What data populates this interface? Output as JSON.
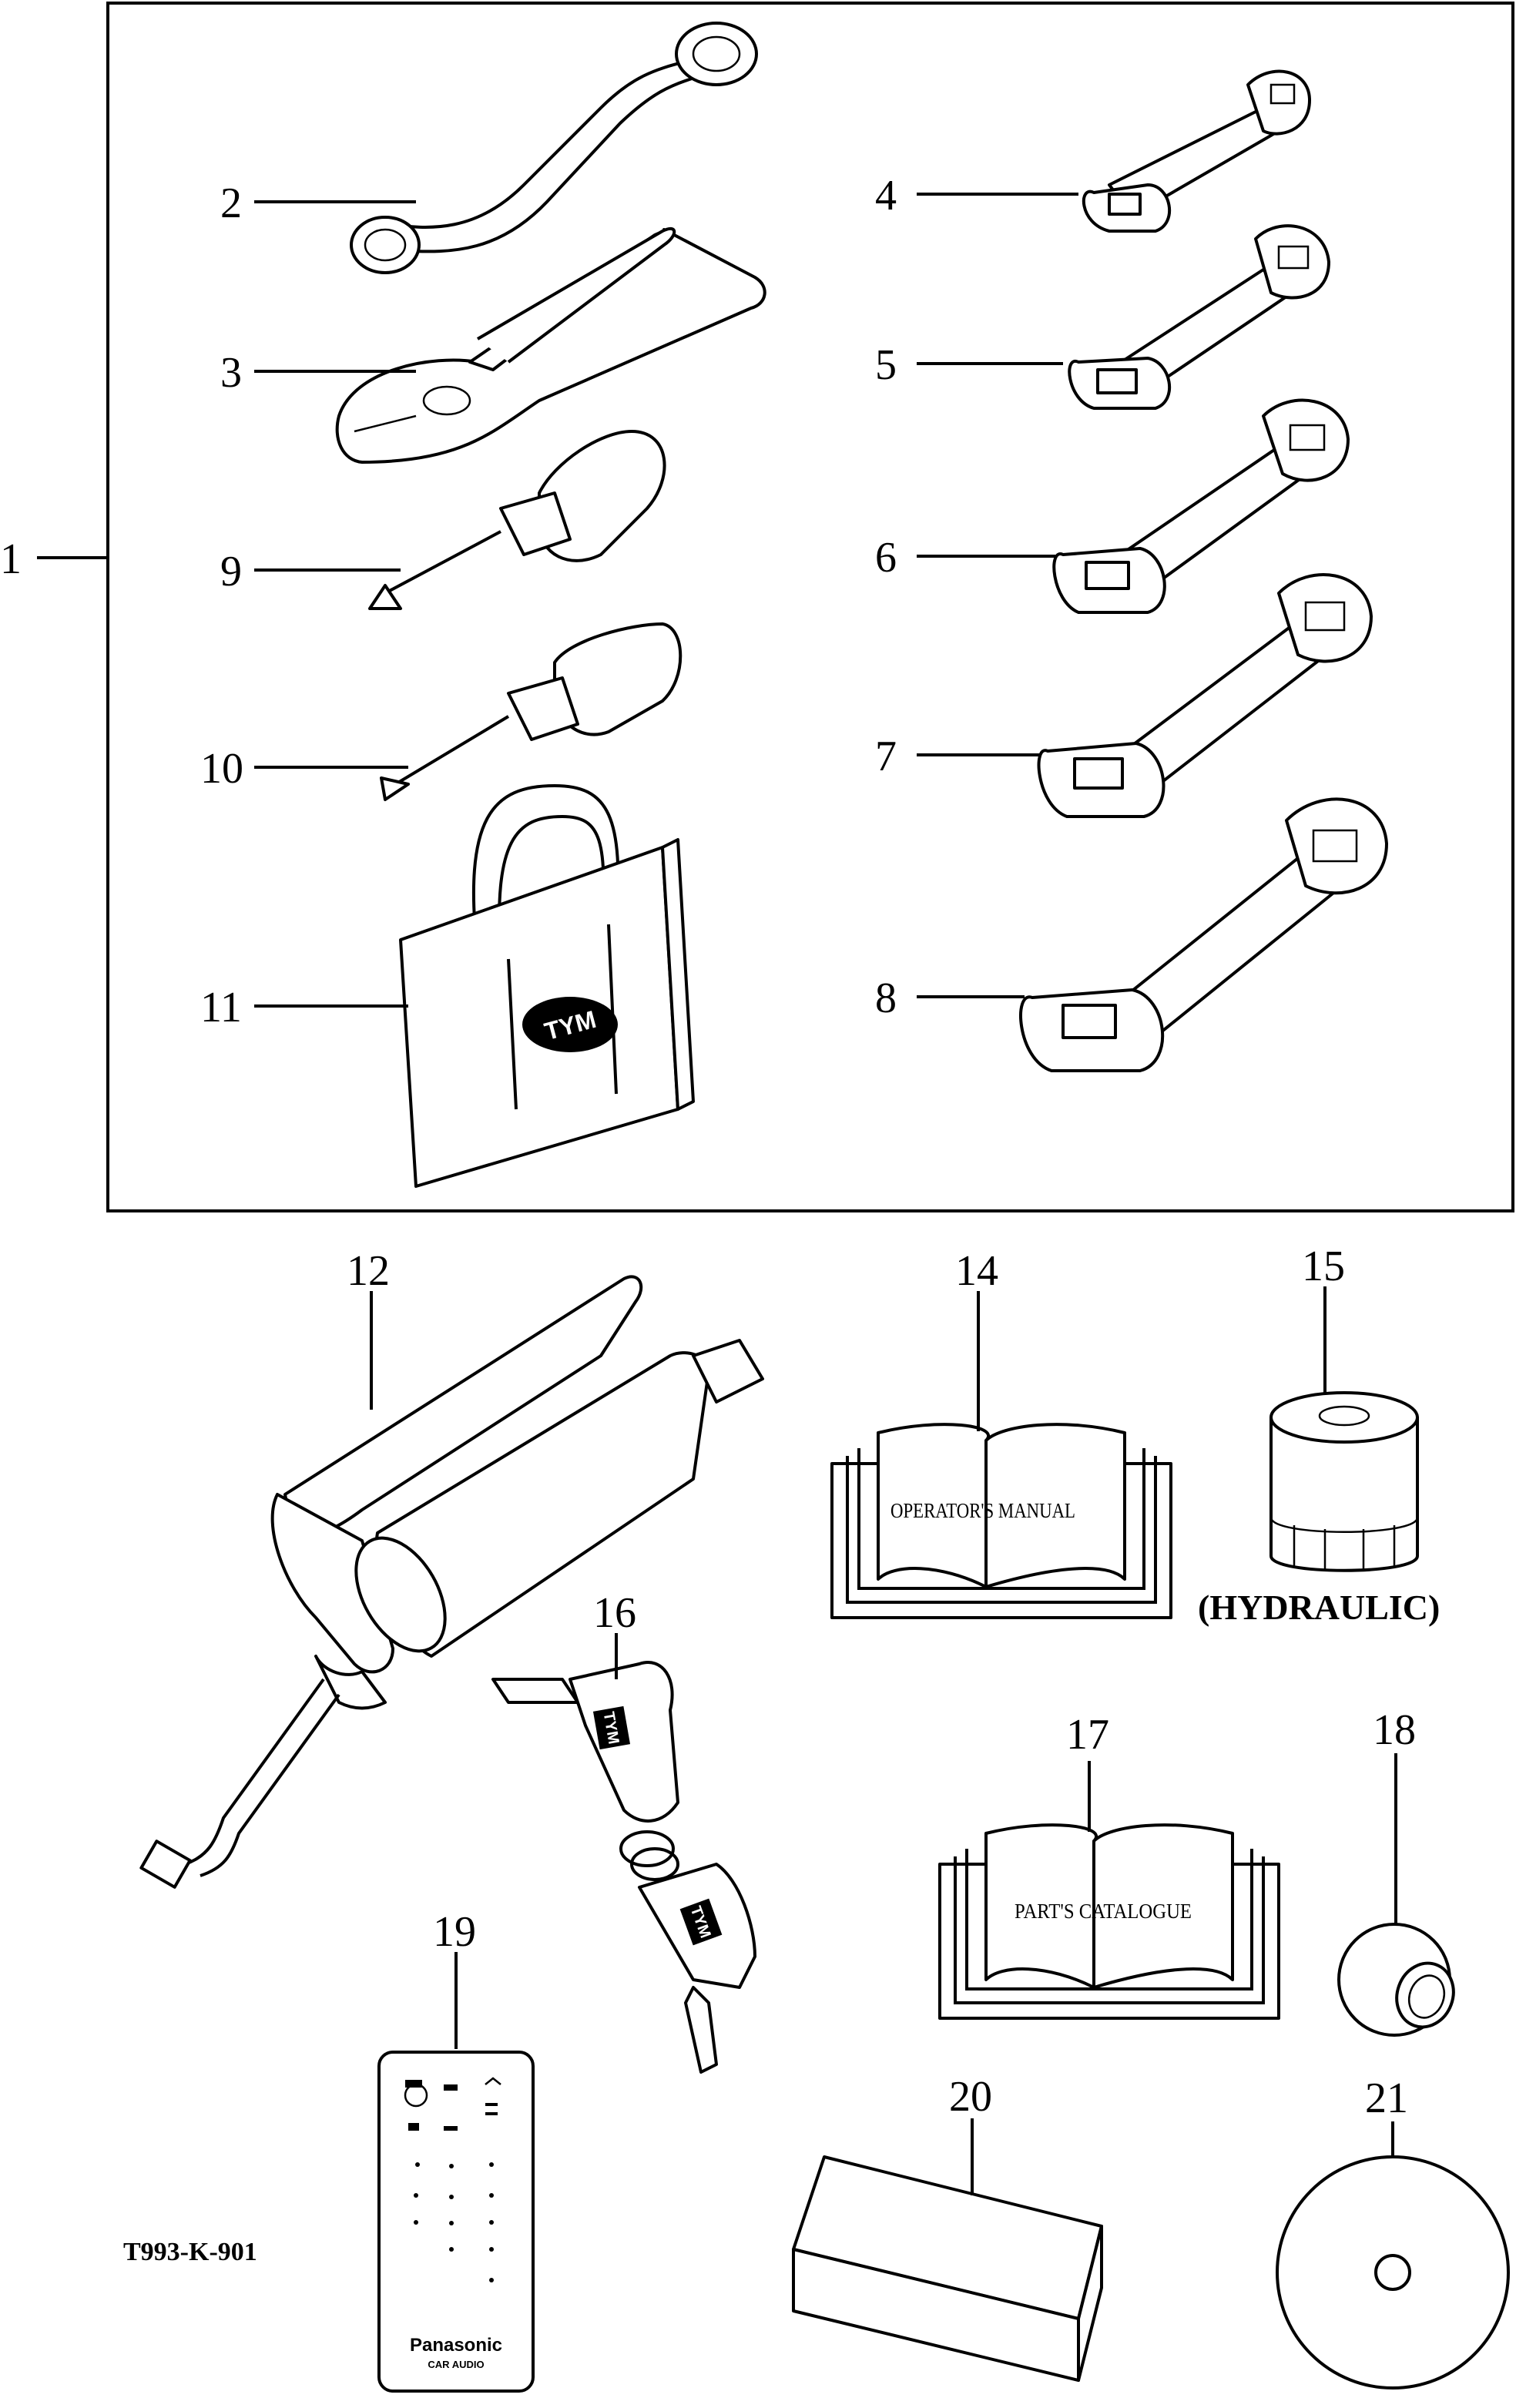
{
  "drawing_code": "T993-K-901",
  "callouts": {
    "c1": "1",
    "c2": "2",
    "c3": "3",
    "c4": "4",
    "c5": "5",
    "c6": "6",
    "c7": "7",
    "c8": "8",
    "c9": "9",
    "c10": "10",
    "c11": "11",
    "c12": "12",
    "c14": "14",
    "c15": "15",
    "c16": "16",
    "c17": "17",
    "c18": "18",
    "c19": "19",
    "c20": "20",
    "c21": "21"
  },
  "labels": {
    "operators_manual": "OPERATOR'S MANUAL",
    "parts_catalogue": "PART'S CATALOGUE",
    "hydraulic": "(HYDRAULIC)",
    "bag_logo": "TYM",
    "key_logo": "TYM",
    "remote_brand": "Panasonic",
    "remote_sub": "CAR AUDIO"
  }
}
